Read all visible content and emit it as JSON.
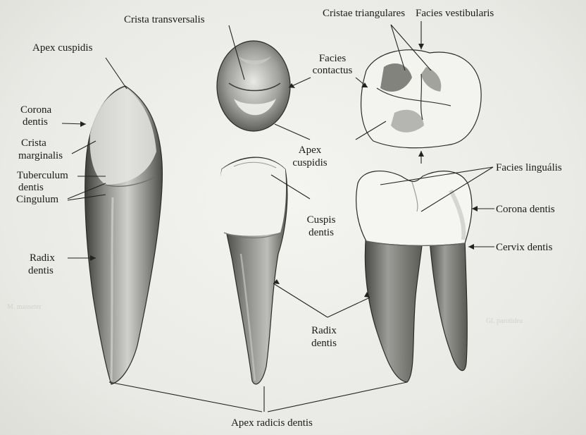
{
  "labels": {
    "crista_transversalis": "Crista transversalis",
    "cristae_triangulares": "Cristae triangulares",
    "facies_vestibularis": "Facies vestibularis",
    "apex_cuspidis_top": "Apex cuspidis",
    "facies_contactus_1": "Facies",
    "facies_contactus_2": "contactus",
    "corona_dentis_left_1": "Corona",
    "corona_dentis_left_2": "dentis",
    "crista_marginalis_1": "Crista",
    "crista_marginalis_2": "marginalis",
    "tuberculum_dentis_1": "Tuberculum",
    "tuberculum_dentis_2": "dentis",
    "cingulum": "Cingulum",
    "apex_cuspidis_mid_1": "Apex",
    "apex_cuspidis_mid_2": "cuspidis",
    "facies_lingualis": "Facies linguális",
    "corona_dentis_right": "Corona dentis",
    "cervix_dentis": "Cervix  dentis",
    "cuspis_dentis_1": "Cuspis",
    "cuspis_dentis_2": "dentis",
    "radix_dentis_left_1": "Radix",
    "radix_dentis_left_2": "dentis",
    "radix_dentis_mid_1": "Radix",
    "radix_dentis_mid_2": "dentis",
    "apex_radicis_dentis": "Apex radicis dentis"
  },
  "colors": {
    "ink": "#1a1a1a",
    "tooth_light": "#f7f7f4",
    "tooth_shade": "#7c7c78",
    "tooth_dark": "#4a4a47"
  }
}
